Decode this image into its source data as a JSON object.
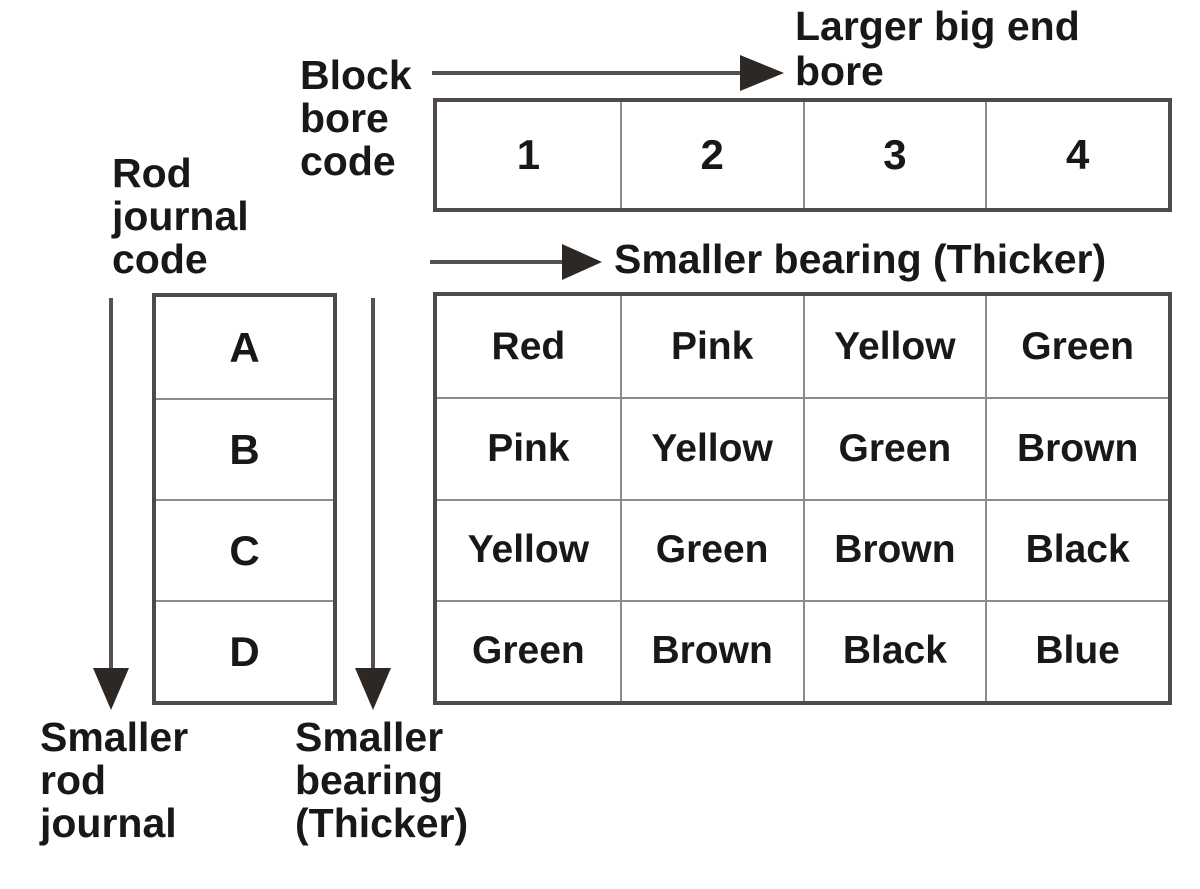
{
  "diagram": {
    "title_semantic": "Connecting rod bearing selection chart",
    "top_axis": {
      "label": "Block\nbore\ncode",
      "arrow_label": "Larger big end\nbore",
      "codes": [
        "1",
        "2",
        "3",
        "4"
      ]
    },
    "mid_arrow_label": "Smaller bearing (Thicker)",
    "left_axis": {
      "label": "Rod\njournal\ncode",
      "codes": [
        "A",
        "B",
        "C",
        "D"
      ],
      "outer_arrow_label": "Smaller\nrod\njournal",
      "inner_arrow_label": "Smaller\nbearing\n(Thicker)"
    },
    "matrix": {
      "rows": [
        [
          "Red",
          "Pink",
          "Yellow",
          "Green"
        ],
        [
          "Pink",
          "Yellow",
          "Green",
          "Brown"
        ],
        [
          "Yellow",
          "Green",
          "Brown",
          "Black"
        ],
        [
          "Green",
          "Brown",
          "Black",
          "Blue"
        ]
      ]
    },
    "colors": {
      "text": "#1a1817",
      "border_outer": "#4f4a47",
      "border_inner": "#8c8c8c",
      "arrow_shaft": "#565150",
      "arrow_head": "#2e2825",
      "background": "#ffffff"
    }
  },
  "chart_data": {
    "type": "table",
    "title": "Bearing color selection matrix",
    "column_header_label": "Block bore code",
    "columns": [
      "1",
      "2",
      "3",
      "4"
    ],
    "row_header_label": "Rod journal code",
    "rows": [
      "A",
      "B",
      "C",
      "D"
    ],
    "values": [
      [
        "Red",
        "Pink",
        "Yellow",
        "Green"
      ],
      [
        "Pink",
        "Yellow",
        "Green",
        "Brown"
      ],
      [
        "Yellow",
        "Green",
        "Brown",
        "Black"
      ],
      [
        "Green",
        "Brown",
        "Black",
        "Blue"
      ]
    ],
    "annotations": [
      "Larger big end bore (left to right)",
      "Smaller bearing (Thicker) (left to right)",
      "Smaller rod journal (top to bottom)",
      "Smaller bearing (Thicker) (top to bottom)"
    ]
  }
}
